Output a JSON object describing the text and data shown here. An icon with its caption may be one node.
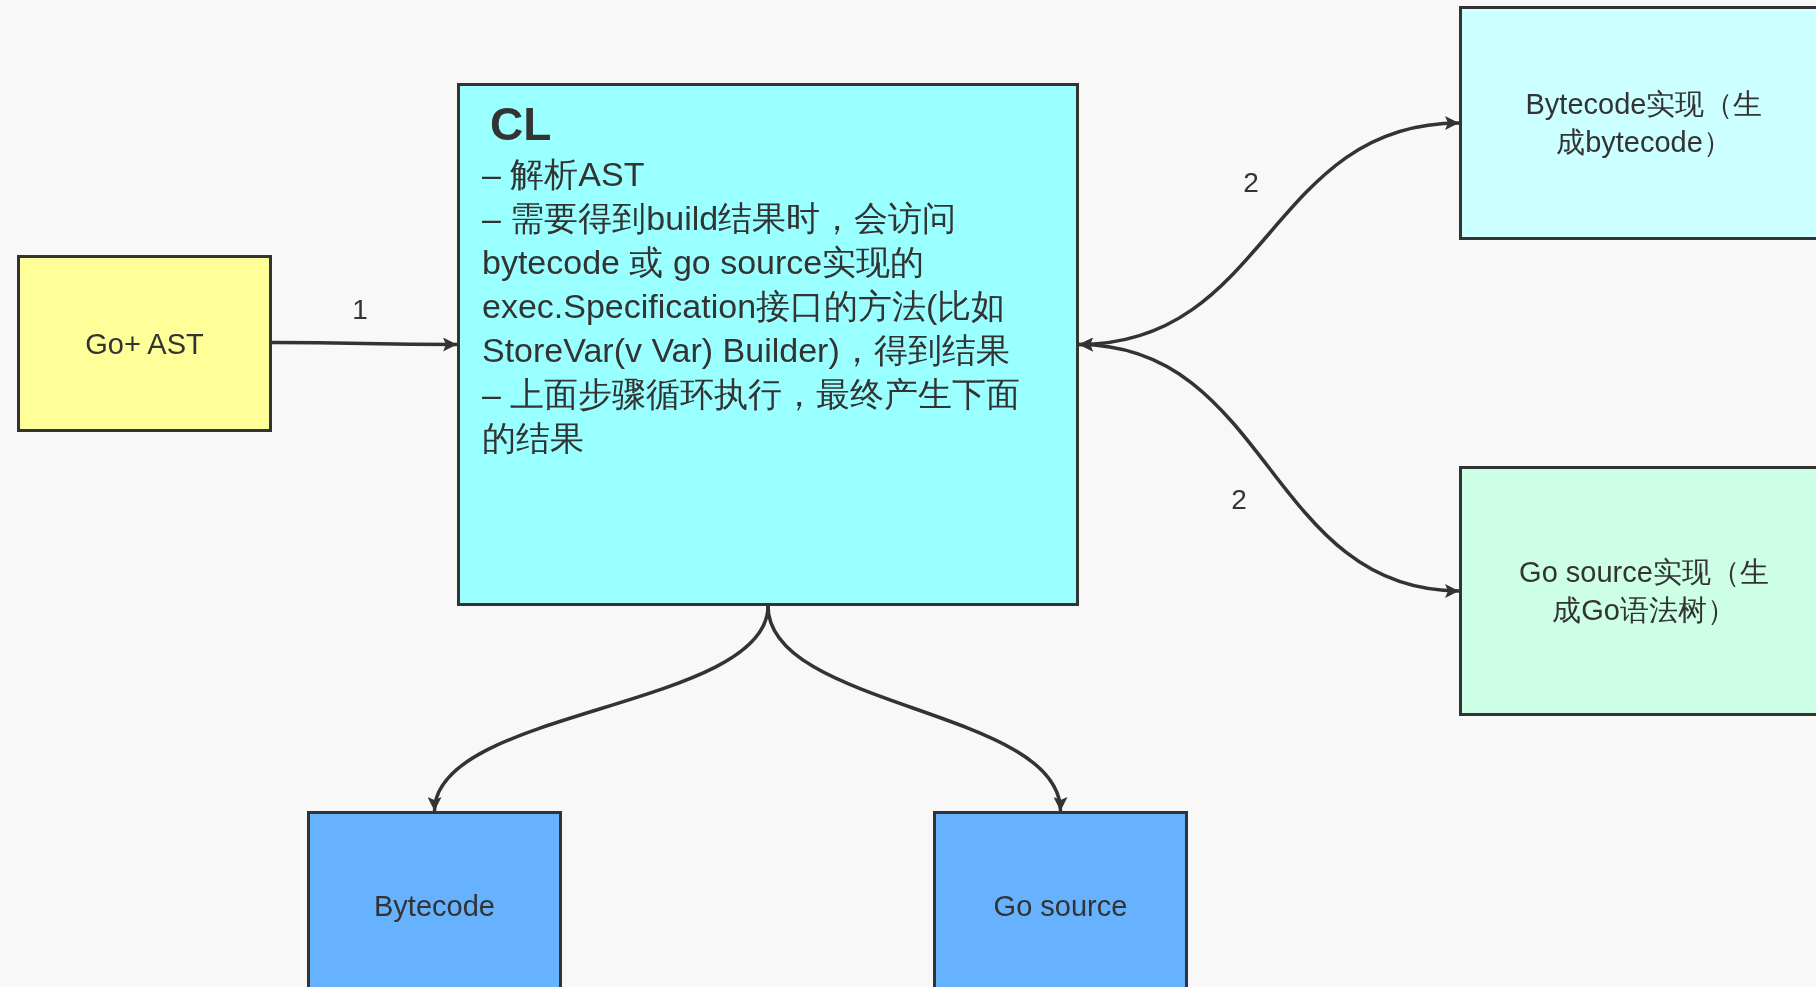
{
  "diagram": {
    "nodes": [
      {
        "text": [
          "Go+ AST"
        ]
      },
      {
        "text": [
          "CL",
          "– 解析AST",
          "– 需要得到build结果时，会访问bytecode 或 go source实现的exec.Specification接口的方法(比如StoreVar(v Var) Builder)，得到结果",
          "– 上面步骤循环执行，最终产生下面的结果"
        ]
      },
      {
        "text": [
          "Bytecode实现（生成bytecode）"
        ]
      },
      {
        "text": [
          "Go source实现（生成Go语法树）"
        ]
      },
      {
        "text": [
          "Bytecode"
        ]
      },
      {
        "text": [
          "Go source"
        ]
      }
    ],
    "edges": [
      {
        "from": 0,
        "to": 1,
        "arrow": "to",
        "label": "1"
      },
      {
        "from": 1,
        "to": 2,
        "arrow": "both",
        "label": "2"
      },
      {
        "from": 1,
        "to": 3,
        "arrow": "both",
        "label": "2"
      },
      {
        "from": 1,
        "to": 4,
        "arrow": "to"
      },
      {
        "from": 1,
        "to": 5,
        "arrow": "to"
      }
    ]
  }
}
